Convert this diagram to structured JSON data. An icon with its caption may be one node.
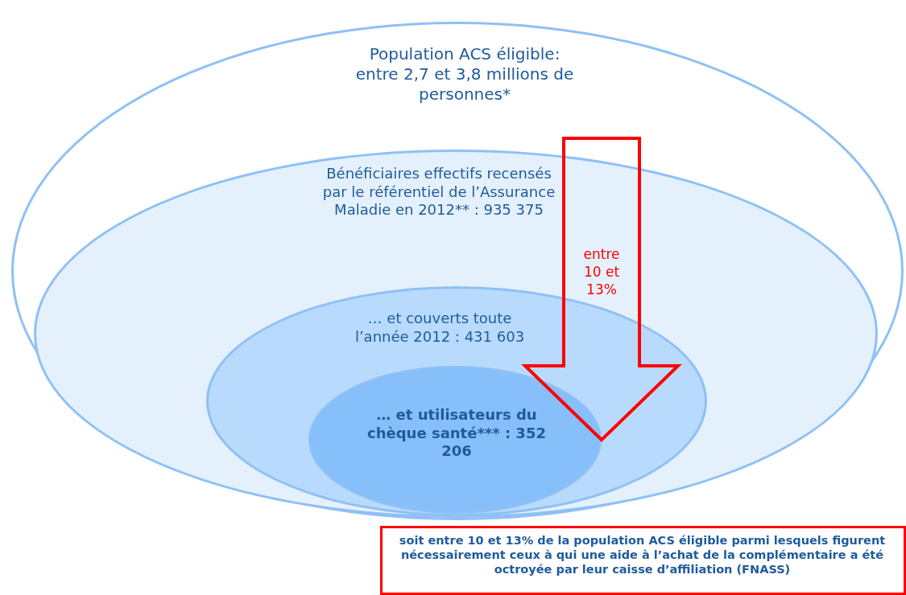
{
  "diagram": {
    "nodes": [
      {
        "text": [
          "Population ACS éligible: entre 2,7 et 3,8 millions de personnes*"
        ]
      },
      {
        "text": [
          "Bénéficiaires effectifs recensés par le référentiel de l’Assurance Maladie en 2012** : 935 375"
        ],
        "in": 0
      },
      {
        "text": [
          "… et couverts toute l’année 2012 : 431 603"
        ],
        "in": 1
      },
      {
        "text": [
          "… et utilisateurs du chèque santé*** : 352 206"
        ],
        "in": 2
      },
      {
        "text": [
          "soit entre 10 et 13% de la population ACS éligible parmi lesquels figurent nécessairement ceux à qui une aide à l’achat de la complémentaire a été octroyée par leur caisse d’affiliation (FNASS)"
        ]
      }
    ],
    "edges": [
      {
        "from": 0,
        "to": 3,
        "arrow": "to",
        "label": "entre 10 et 13%",
        "style": "thick",
        "color": "#ff0000"
      }
    ]
  }
}
